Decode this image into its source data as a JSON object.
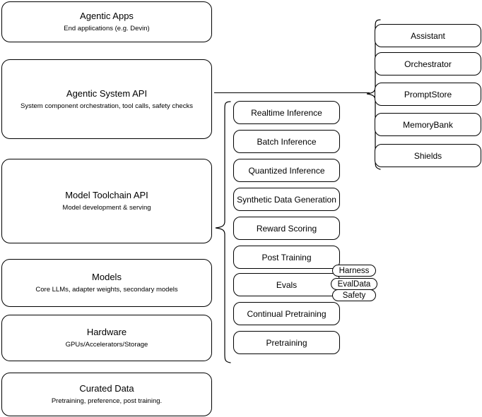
{
  "diagram": {
    "title": "Llama Stack layered architecture diagram",
    "stroke_color": "#000000",
    "background_color": "#ffffff",
    "stack": [
      {
        "title": "Agentic Apps",
        "subtitle": "End applications (e.g. Devin)"
      },
      {
        "title": "Agentic System API",
        "subtitle": "System component orchestration, tool calls, safety checks"
      },
      {
        "title": "Model Toolchain API",
        "subtitle": "Model development & serving"
      },
      {
        "title": "Models",
        "subtitle": "Core LLMs, adapter weights, secondary models"
      },
      {
        "title": "Hardware",
        "subtitle": "GPUs/Accelerators/Storage"
      },
      {
        "title": "Curated Data",
        "subtitle": "Pretraining, preference, post training."
      }
    ],
    "toolchain_components": [
      {
        "label": "Realtime Inference"
      },
      {
        "label": "Batch Inference"
      },
      {
        "label": "Quantized Inference"
      },
      {
        "label": "Synthetic Data Generation"
      },
      {
        "label": "Reward Scoring"
      },
      {
        "label": "Post Training"
      },
      {
        "label": "Evals"
      },
      {
        "label": "Continual Pretraining"
      },
      {
        "label": "Pretraining"
      }
    ],
    "evals_tags": [
      {
        "label": "Harness"
      },
      {
        "label": "EvalData"
      },
      {
        "label": "Safety"
      }
    ],
    "agentic_components": [
      {
        "label": "Assistant"
      },
      {
        "label": "Orchestrator"
      },
      {
        "label": "PromptStore"
      },
      {
        "label": "MemoryBank"
      },
      {
        "label": "Shields"
      }
    ]
  }
}
